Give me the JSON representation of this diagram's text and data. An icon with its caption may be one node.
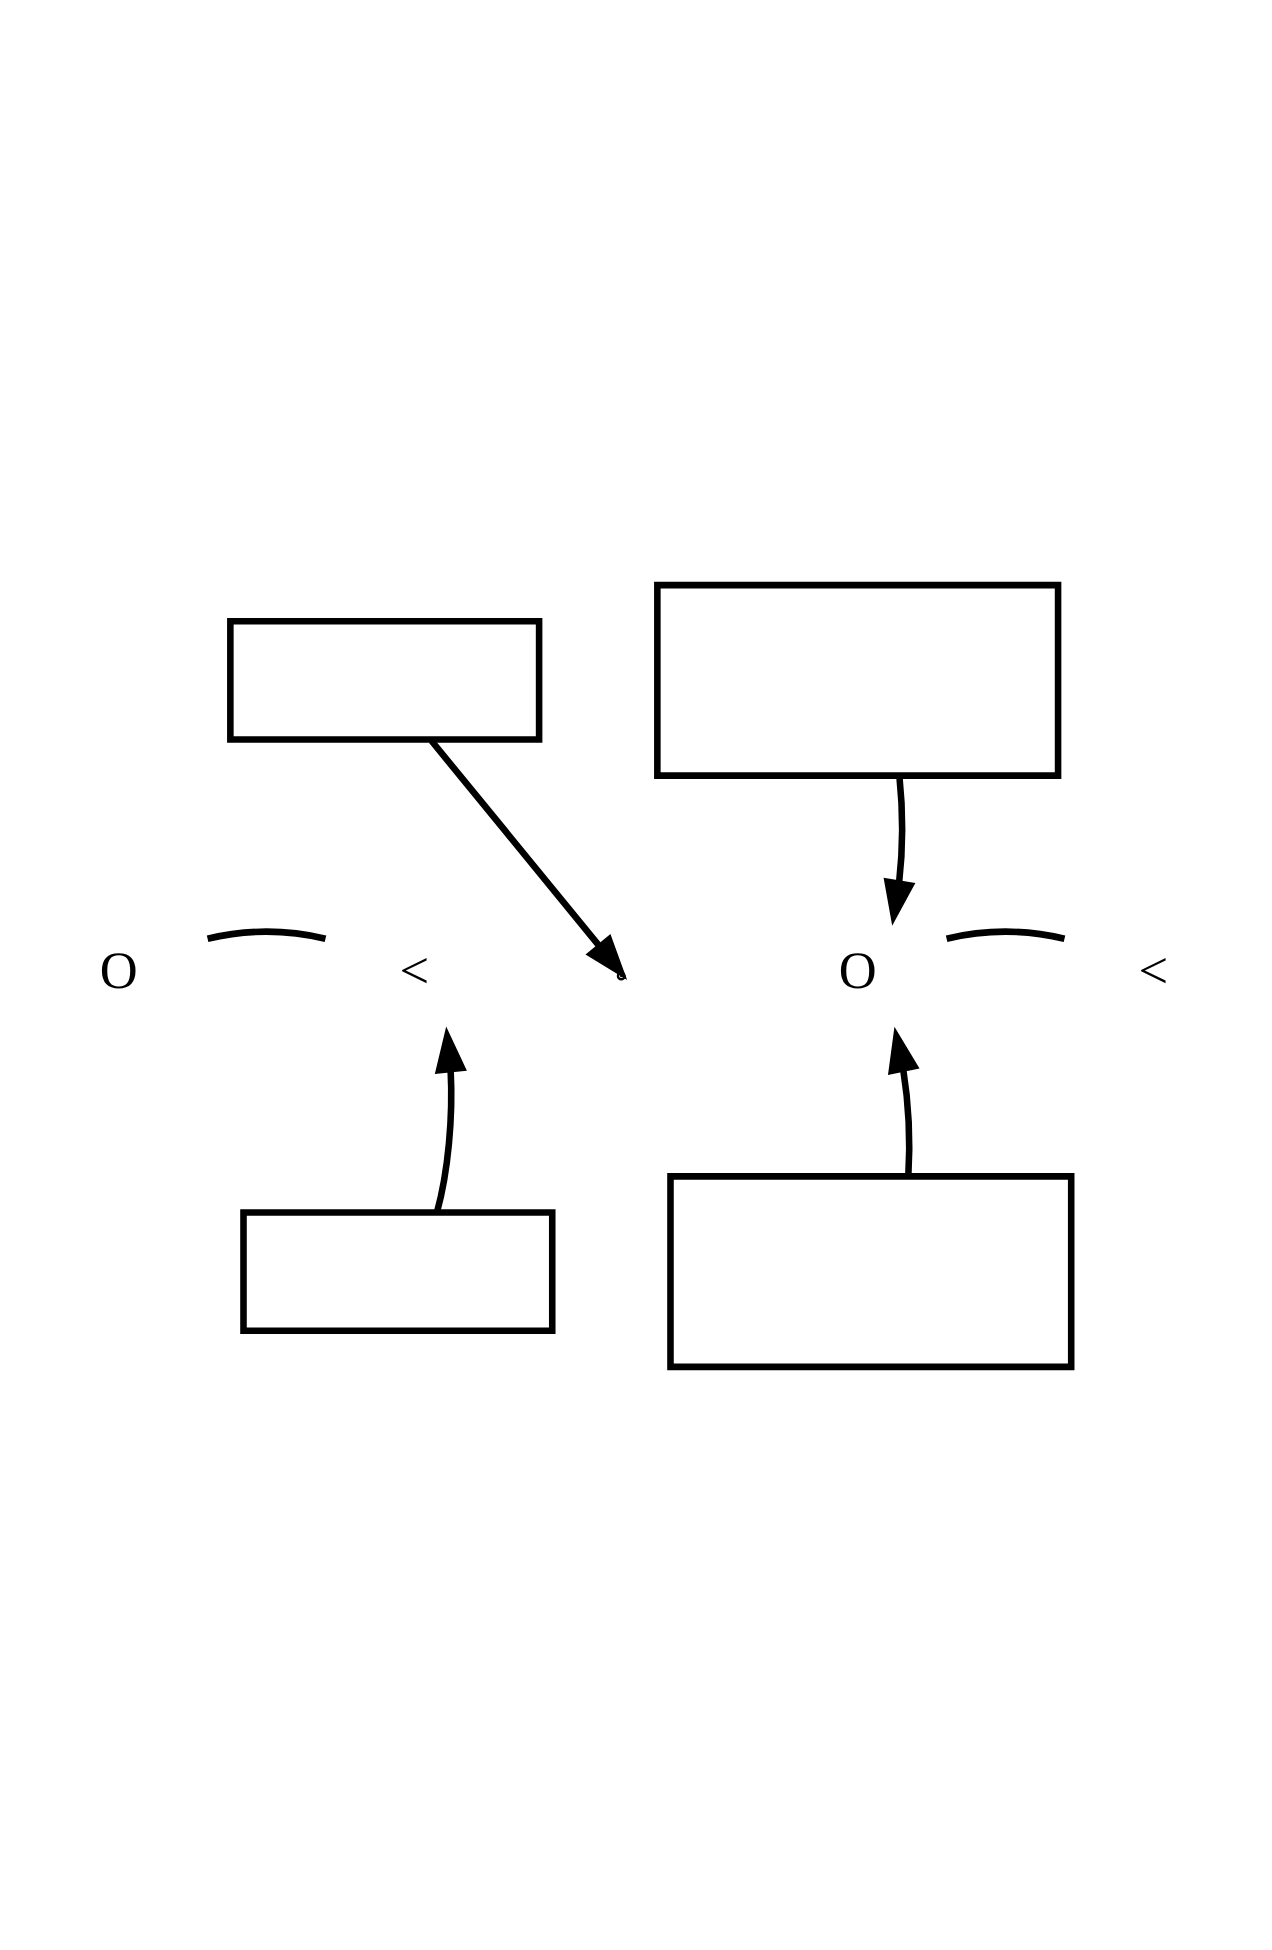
{
  "diagram": {
    "nodes": [
      {
        "text": [],
        "shape": "box"
      },
      {
        "text": [],
        "shape": "box"
      },
      {
        "text": [
          "O"
        ]
      },
      {
        "text": [
          "<"
        ]
      },
      {
        "text": [
          "O"
        ]
      },
      {
        "text": [
          "<"
        ]
      },
      {
        "text": [],
        "shape": "box"
      },
      {
        "text": [],
        "shape": "box"
      }
    ],
    "edges": [
      {
        "from": 0,
        "to": null,
        "arrow": "to"
      },
      {
        "from": 1,
        "to": 4,
        "arrow": "to"
      },
      {
        "from": 2,
        "to": 3,
        "arrow": "none"
      },
      {
        "from": 4,
        "to": 5,
        "arrow": "none"
      },
      {
        "from": 6,
        "to": 3,
        "arrow": "to"
      },
      {
        "from": 7,
        "to": 4,
        "arrow": "to"
      }
    ]
  }
}
